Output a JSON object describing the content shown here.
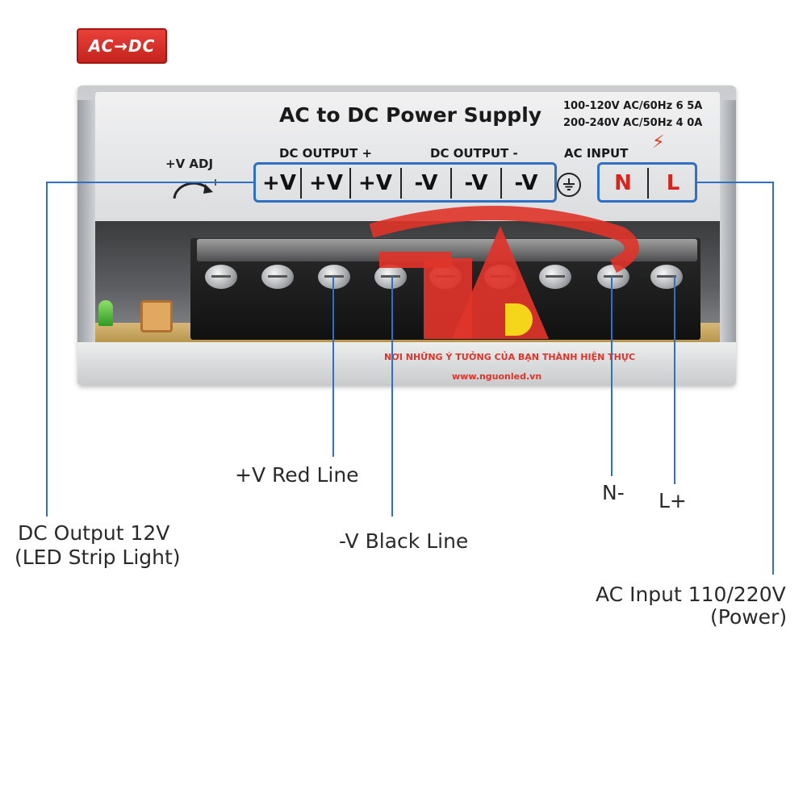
{
  "psu": {
    "badge": "AC→DC",
    "vadj_label": "+V ADJ",
    "title": "AC to DC Power Supply",
    "spec_line_1": "100-120V AC/60Hz 6 5A",
    "spec_line_2": "200-240V AC/50Hz 4 0A",
    "dc_output_pos": "DC OUTPUT +",
    "dc_output_neg": "DC OUTPUT -",
    "ac_input": "AC INPUT",
    "terminals": [
      "+V",
      "+V",
      "+V",
      "-V",
      "-V",
      "-V"
    ],
    "ac_terminals": [
      "N",
      "L"
    ],
    "icons": [
      "ground-icon",
      "lightning-icon",
      "adjust-arrow-icon"
    ]
  },
  "watermark": {
    "slogan": "NƠI NHỮNG Ý TƯỞNG CỦA BẠN THÀNH HIỆN THỰC",
    "website": "www.nguonled.vn",
    "colors": {
      "red": "#e0342a",
      "yellow": "#f5d51a"
    }
  },
  "callouts": {
    "dc_output_line_1": "DC Output 12V",
    "dc_output_line_2": "(LED Strip Light)",
    "red_line": "+V Red Line",
    "black_line": "-V Black Line",
    "n": "N-",
    "l": "L+",
    "ac_input_line_1": "AC Input 110/220V",
    "ac_input_line_2": "(Power)",
    "line_color": "#2f6fc4"
  }
}
